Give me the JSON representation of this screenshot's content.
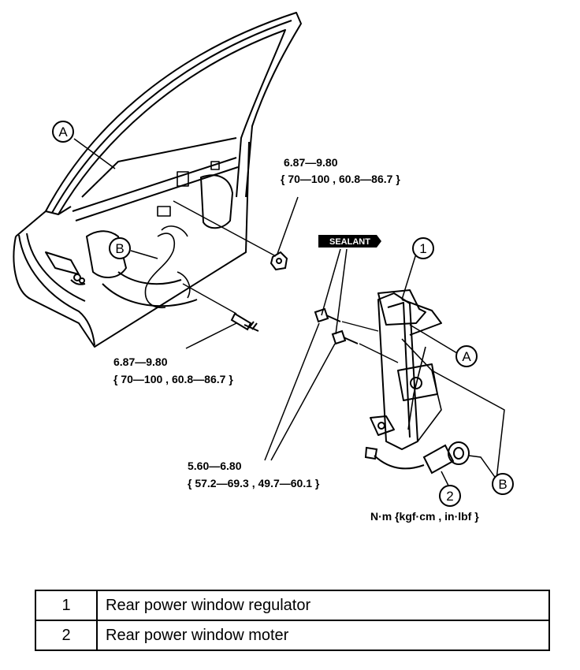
{
  "callouts": {
    "A": "A",
    "B": "B",
    "one": "1",
    "two": "2"
  },
  "torques": {
    "upper_bolt_line1": "6.87—9.80",
    "upper_bolt_line2": "{ 70—100 , 60.8—86.7 }",
    "lower_bolt_line1": "6.87—9.80",
    "lower_bolt_line2": "{ 70—100 , 60.8—86.7 }",
    "regulator_bolt_line1": "5.60—6.80",
    "regulator_bolt_line2": "{ 57.2—69.3 , 49.7—60.1 }"
  },
  "sealant_label": "SEALANT",
  "units_label": "N·m {kgf·cm , in·lbf }",
  "parts": [
    {
      "number": "1",
      "name": "Rear power window regulator"
    },
    {
      "number": "2",
      "name": "Rear power window moter"
    }
  ]
}
